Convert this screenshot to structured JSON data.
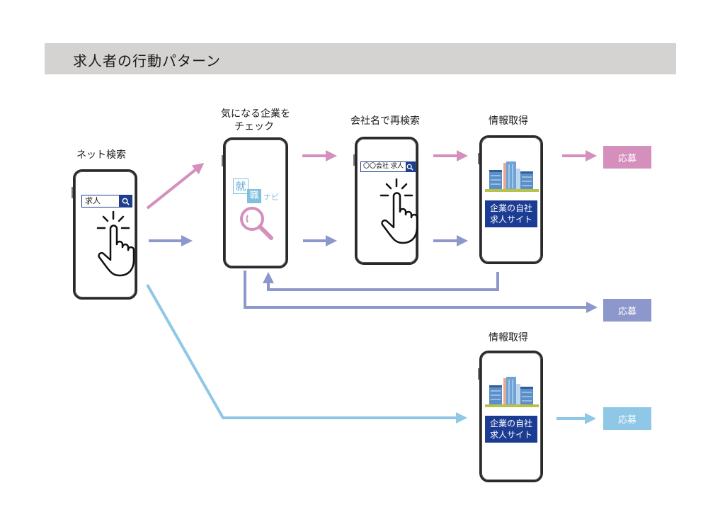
{
  "title": "求人者の行動パターン",
  "steps": {
    "net_search": "ネット検索",
    "check_company_line1": "気になる企業を",
    "check_company_line2": "チェック",
    "research_by_name": "会社名で再検索",
    "info_get_top": "情報取得",
    "info_get_bottom": "情報取得"
  },
  "phone1": {
    "search_text": "求人",
    "search_icon": "search-icon",
    "gesture_icon": "tap-hand-icon"
  },
  "phone2": {
    "logo_char1": "就",
    "logo_char2": "職",
    "logo_suffix": "ナビ",
    "magnifier_icon": "magnifier-icon"
  },
  "phone3": {
    "search_text": "〇〇会社 求人",
    "search_icon": "search-icon",
    "gesture_icon": "tap-hand-icon"
  },
  "phone4": {
    "site_line1": "企業の自社",
    "site_line2": "求人サイト",
    "illustration": "buildings-icon"
  },
  "phone5": {
    "site_line1": "企業の自社",
    "site_line2": "求人サイト",
    "illustration": "buildings-icon"
  },
  "apply": [
    {
      "label": "応募",
      "color": "#d58fbd",
      "route": "pink"
    },
    {
      "label": "応募",
      "color": "#8c97cc",
      "route": "purple"
    },
    {
      "label": "応募",
      "color": "#8ec8e6",
      "route": "blue"
    }
  ],
  "colors": {
    "pink": "#d58fbd",
    "purple": "#8c97cc",
    "blue": "#8ec8e6",
    "site_navy": "#1b3c92",
    "title_bg": "#d4d3d2"
  }
}
